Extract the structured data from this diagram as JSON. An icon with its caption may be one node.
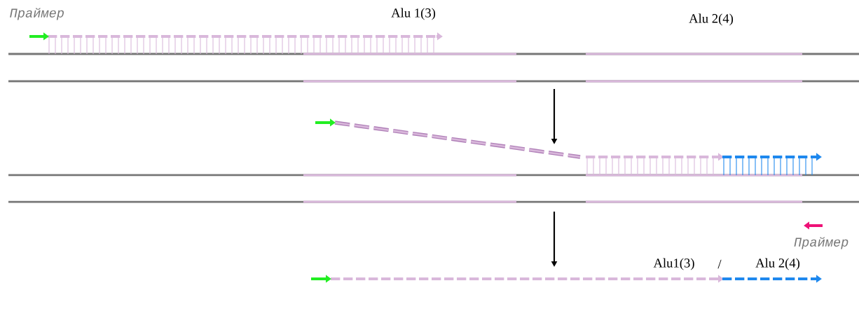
{
  "diagram": {
    "labels": [
      "Праймер",
      "Alu 1(3)",
      "Alu 2(4)",
      "Праймер",
      "Alu1(3)",
      "/",
      "Alu 2(4)"
    ]
  }
}
